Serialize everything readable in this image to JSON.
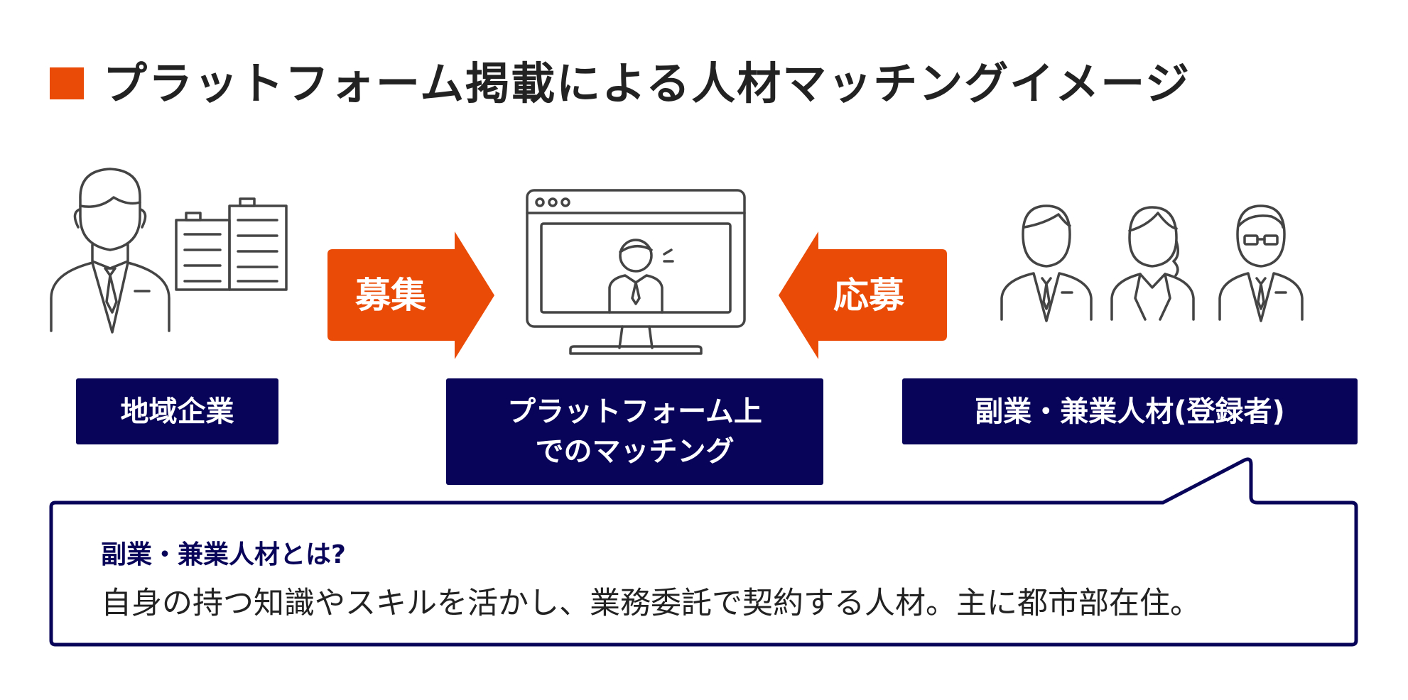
{
  "title": "プラットフォーム掲載による人材マッチングイメージ",
  "colors": {
    "accent": "#EA4B06",
    "navy": "#08045A",
    "text": "#222222",
    "icon_stroke": "#444444"
  },
  "left": {
    "label": "地域企業",
    "icons": [
      "businessman-icon",
      "office-building-icon"
    ]
  },
  "arrow_left": {
    "label": "募集",
    "direction": "right"
  },
  "center": {
    "label_line1": "プラットフォーム上",
    "label_line2": "でのマッチング",
    "icons": [
      "monitor-video-call-icon"
    ]
  },
  "arrow_right": {
    "label": "応募",
    "direction": "left"
  },
  "right": {
    "label": "副業・兼業人材(登録者)",
    "icons": [
      "person-icon",
      "person-icon",
      "person-icon"
    ]
  },
  "callout": {
    "heading": "副業・兼業人材とは?",
    "body": "自身の持つ知識やスキルを活かし、業務委託で契約する人材。主に都市部在住。"
  }
}
